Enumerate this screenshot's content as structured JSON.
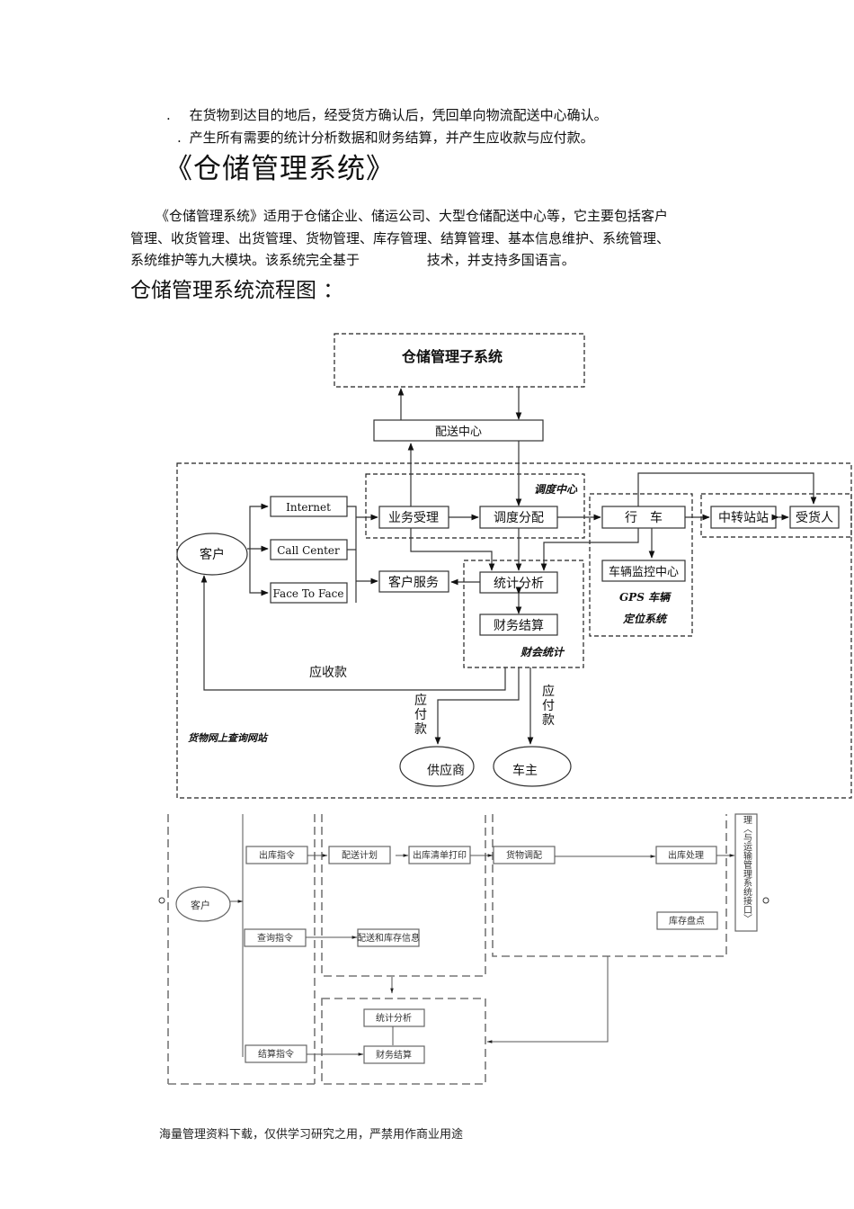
{
  "document": {
    "bullets": [
      {
        "marker": ".",
        "text": "在货物到达目的地后，经受货方确认后，凭回单向物流配送中心确认。"
      },
      {
        "marker": ".",
        "text": "产生所有需要的统计分析数据和财务结算，并产生应收款与应付款。"
      }
    ],
    "title": "《仓储管理系统》",
    "intro_lines": [
      "《仓储管理系统》适用于仓储企业、储运公司、大型仓储配送中心等，它主要包括客户",
      "管理、收货管理、出货管理、货物管理、库存管理、结算管理、基本信息维护、系统管理、",
      "系统维护等九大模块。该系统完全基于"
    ],
    "intro_tail": "技术，并支持多国语言。",
    "flow_heading": "仓储管理系统流程图 ：",
    "footer": "海量管理资料下载，仅供学习研究之用，严禁用作商业用途"
  },
  "diagram1": {
    "top_system": "仓储管理子系统",
    "distribution_center": "配送中心",
    "customer": "客户",
    "channels": [
      "Internet",
      "Call Center",
      "Face To Face"
    ],
    "business_accept": "业务受理",
    "dispatch_assign": "调度分配",
    "dispatch_center_label": "调度中心",
    "customer_service": "客户服务",
    "stat_analysis": "统计分析",
    "finance_settle": "财务结算",
    "finance_stats_label": "财会统计",
    "vehicle": "行　车",
    "vehicle_monitor": "车辆监控中心",
    "gps_label_1": "GPS 车辆",
    "gps_label_2": "定位系统",
    "transfer_station": "中转站站",
    "consignee": "受货人",
    "receivable": "应收款",
    "payable": "应付款",
    "supplier": "供应商",
    "vehicle_owner": "车主",
    "website_label": "货物网上查询网站"
  },
  "diagram2": {
    "customer": "客户",
    "out_command": "出库指令",
    "query_command": "查询指令",
    "settle_command": "结算指令",
    "delivery_plan": "配送计划",
    "out_list_print": "出库清单打印",
    "delivery_inventory_info": "配送和库存信息",
    "goods_allocation": "货物调配",
    "out_processing": "出库处理",
    "inventory_check": "库存盘点",
    "stat_analysis": "统计分析",
    "finance_settle": "财务结算",
    "interface_label": "理〈与运输管理系统接口〉"
  }
}
